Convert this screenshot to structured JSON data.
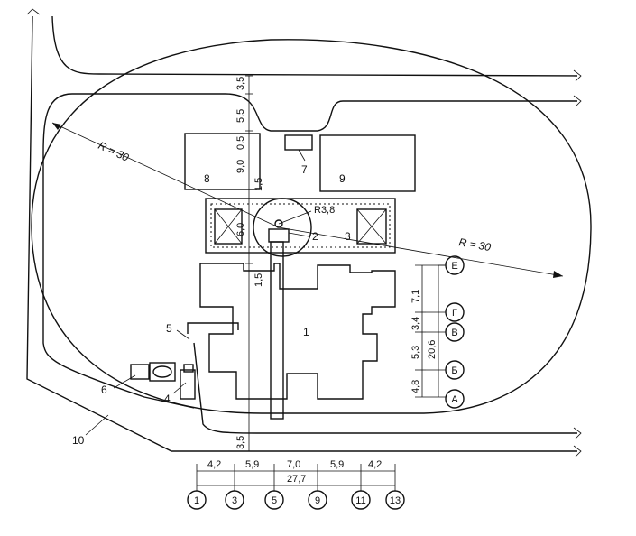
{
  "labels": {
    "building": "1",
    "crane": "2",
    "crane_track": "3",
    "hoist": "4",
    "hoist_track": "5",
    "mixer": "6",
    "office": "7",
    "store_left": "8",
    "store_right": "9",
    "road": "10"
  },
  "radii": {
    "left": "R = 30",
    "right": "R = 30",
    "swing": "R3,8"
  },
  "vertical_dims": {
    "top_a": "3,5",
    "top_b": "5,5",
    "top_c": "9,0",
    "top_d": "0,5",
    "top_e": "1,5",
    "track": "6,0",
    "mid": "1,5",
    "bottom": "3,5"
  },
  "right_dims": {
    "d1": "7,1",
    "d2": "3,4",
    "d3": "5,3",
    "d4": "4,8",
    "total": "20,6"
  },
  "bottom_dims": {
    "d1": "4,2",
    "d2": "5,9",
    "d3": "7,0",
    "d4": "5,9",
    "d5": "4,2",
    "total": "27,7"
  },
  "row_axes": [
    "Е",
    "Г",
    "В",
    "Б",
    "А"
  ],
  "col_axes": [
    "1",
    "3",
    "5",
    "9",
    "11",
    "13"
  ]
}
